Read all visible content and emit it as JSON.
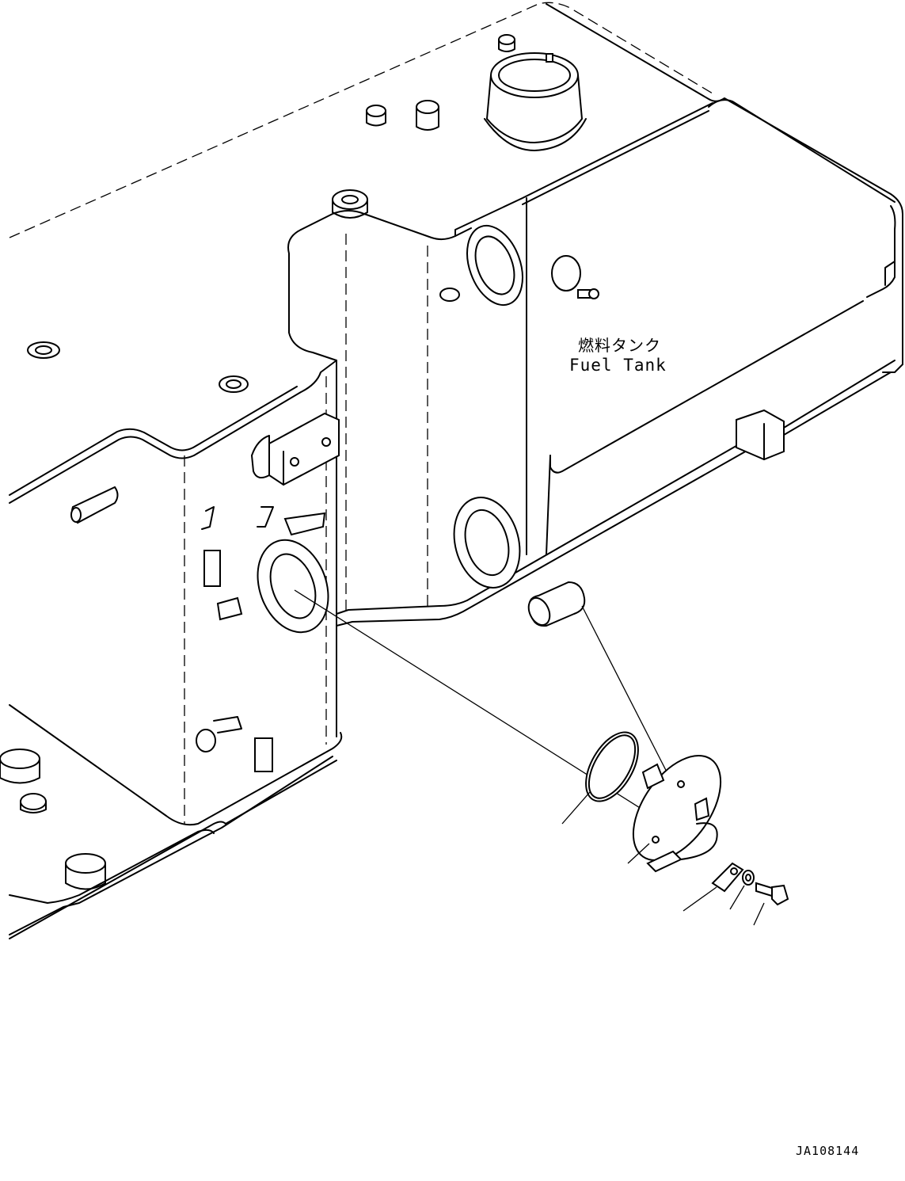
{
  "labels": {
    "part_name_jp": "燃料タンク",
    "part_name_en": "Fuel Tank",
    "drawing_code": "JA108144"
  },
  "colors": {
    "line": "#000000",
    "background": "#ffffff"
  }
}
